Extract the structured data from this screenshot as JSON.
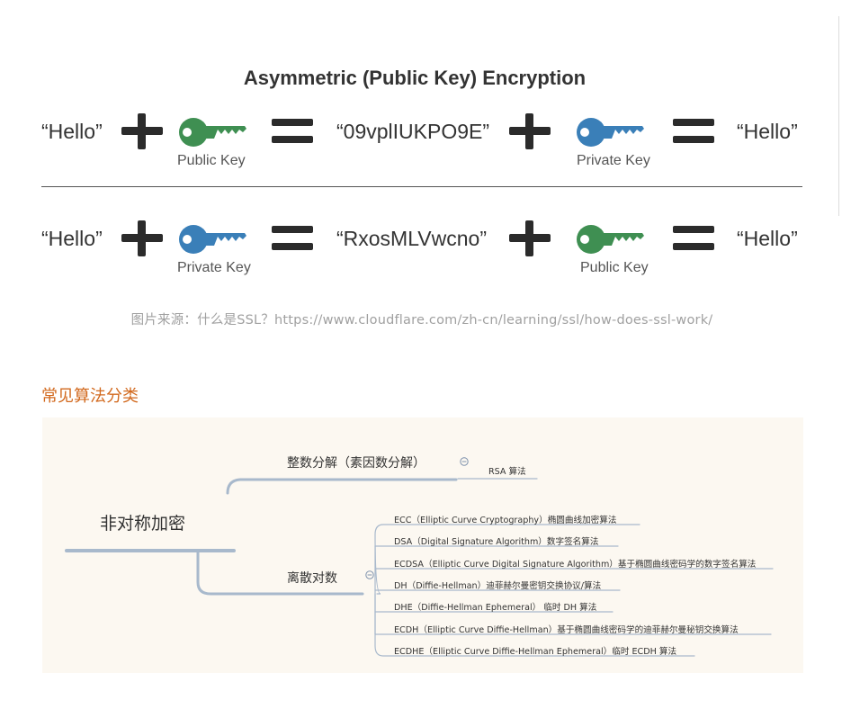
{
  "diagram": {
    "title": "Asymmetric (Public Key) Encryption",
    "rows": [
      {
        "plaintext": "“Hello”",
        "encrypt_key_label": "Public Key",
        "encrypt_key_color": "#3f8f52",
        "ciphertext": "“09vplIUKPO9E”",
        "decrypt_key_label": "Private Key",
        "decrypt_key_color": "#3a7fb8",
        "result": "“Hello”"
      },
      {
        "plaintext": "“Hello”",
        "encrypt_key_label": "Private Key",
        "encrypt_key_color": "#3a7fb8",
        "ciphertext": "“RxosMLVwcno”",
        "decrypt_key_label": "Public Key",
        "decrypt_key_color": "#3f8f52",
        "result": "“Hello”"
      }
    ]
  },
  "caption": "图片来源：什么是SSL？https://www.cloudflare.com/zh-cn/learning/ssl/how-does-ssl-work/",
  "section_heading": "常见算法分类",
  "section_heading_color": "#d2691e",
  "mindmap": {
    "root": "非对称加密",
    "line_color": "#a8b9cc",
    "branches": [
      {
        "label": "整数分解（素因数分解）",
        "leaves": [
          "RSA 算法"
        ]
      },
      {
        "label": "离散对数",
        "leaves": [
          "ECC（Elliptic Curve Cryptography）椭圆曲线加密算法",
          "DSA（Digital Signature Algorithm）数字签名算法",
          "ECDSA（Elliptic Curve Digital Signature Algorithm）基于椭圆曲线密码学的数字签名算法",
          "DH（Diffie-Hellman）迪菲赫尔曼密钥交换协议/算法",
          "DHE（Diffie-Hellman Ephemeral） 临时 DH 算法",
          "ECDH（Elliptic Curve Diffie-Hellman）基于椭圆曲线密码学的迪菲赫尔曼秘钥交换算法",
          "ECDHE（Elliptic Curve Diffie-Hellman Ephemeral）临时 ECDH 算法"
        ]
      }
    ]
  }
}
